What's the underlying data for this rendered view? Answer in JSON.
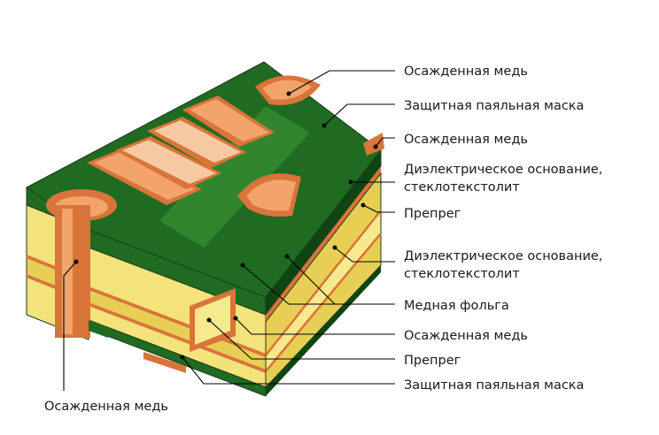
{
  "labels": [
    "Осажденная медь",
    "Защитная паяльная маска",
    "Осажденная медь",
    "Диэлектрическое основание,",
    "стеклотекстолит",
    "Препрег",
    "Диэлектрическое основание,",
    "стеклотекстолит",
    "Медная фольга",
    "Осажденная медь",
    "Препрег",
    "Защитная паяльная маска",
    "Осажденная медь"
  ],
  "colors": {
    "solder_mask_top": "#1f6b22",
    "solder_mask_highlight": "#3f9a3a",
    "solder_mask_dark": "#0f4512",
    "copper": "#d9743a",
    "copper_light": "#f2a46b",
    "copper_pale": "#f6c9a2",
    "dielectric_front": "#f4e27a",
    "dielectric_side": "#e7cf55",
    "prepreg_front": "#f7ea8e",
    "leader_line": "#000000"
  }
}
